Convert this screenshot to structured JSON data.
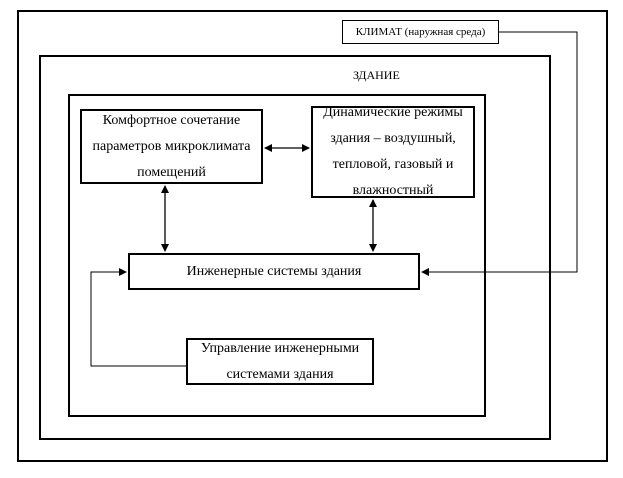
{
  "diagram": {
    "climate_label": "КЛИМАТ (наружная среда)",
    "building_label": "ЗДАНИЕ",
    "comfort_box": "Комфортное сочетание параметров микроклимата помещений",
    "dynamic_box": "Динамические режимы здания – воздушный, тепловой, газовый и влажностный",
    "engineering_box": "Инженерные системы здания",
    "control_box": "Управление инженерными системами здания"
  }
}
